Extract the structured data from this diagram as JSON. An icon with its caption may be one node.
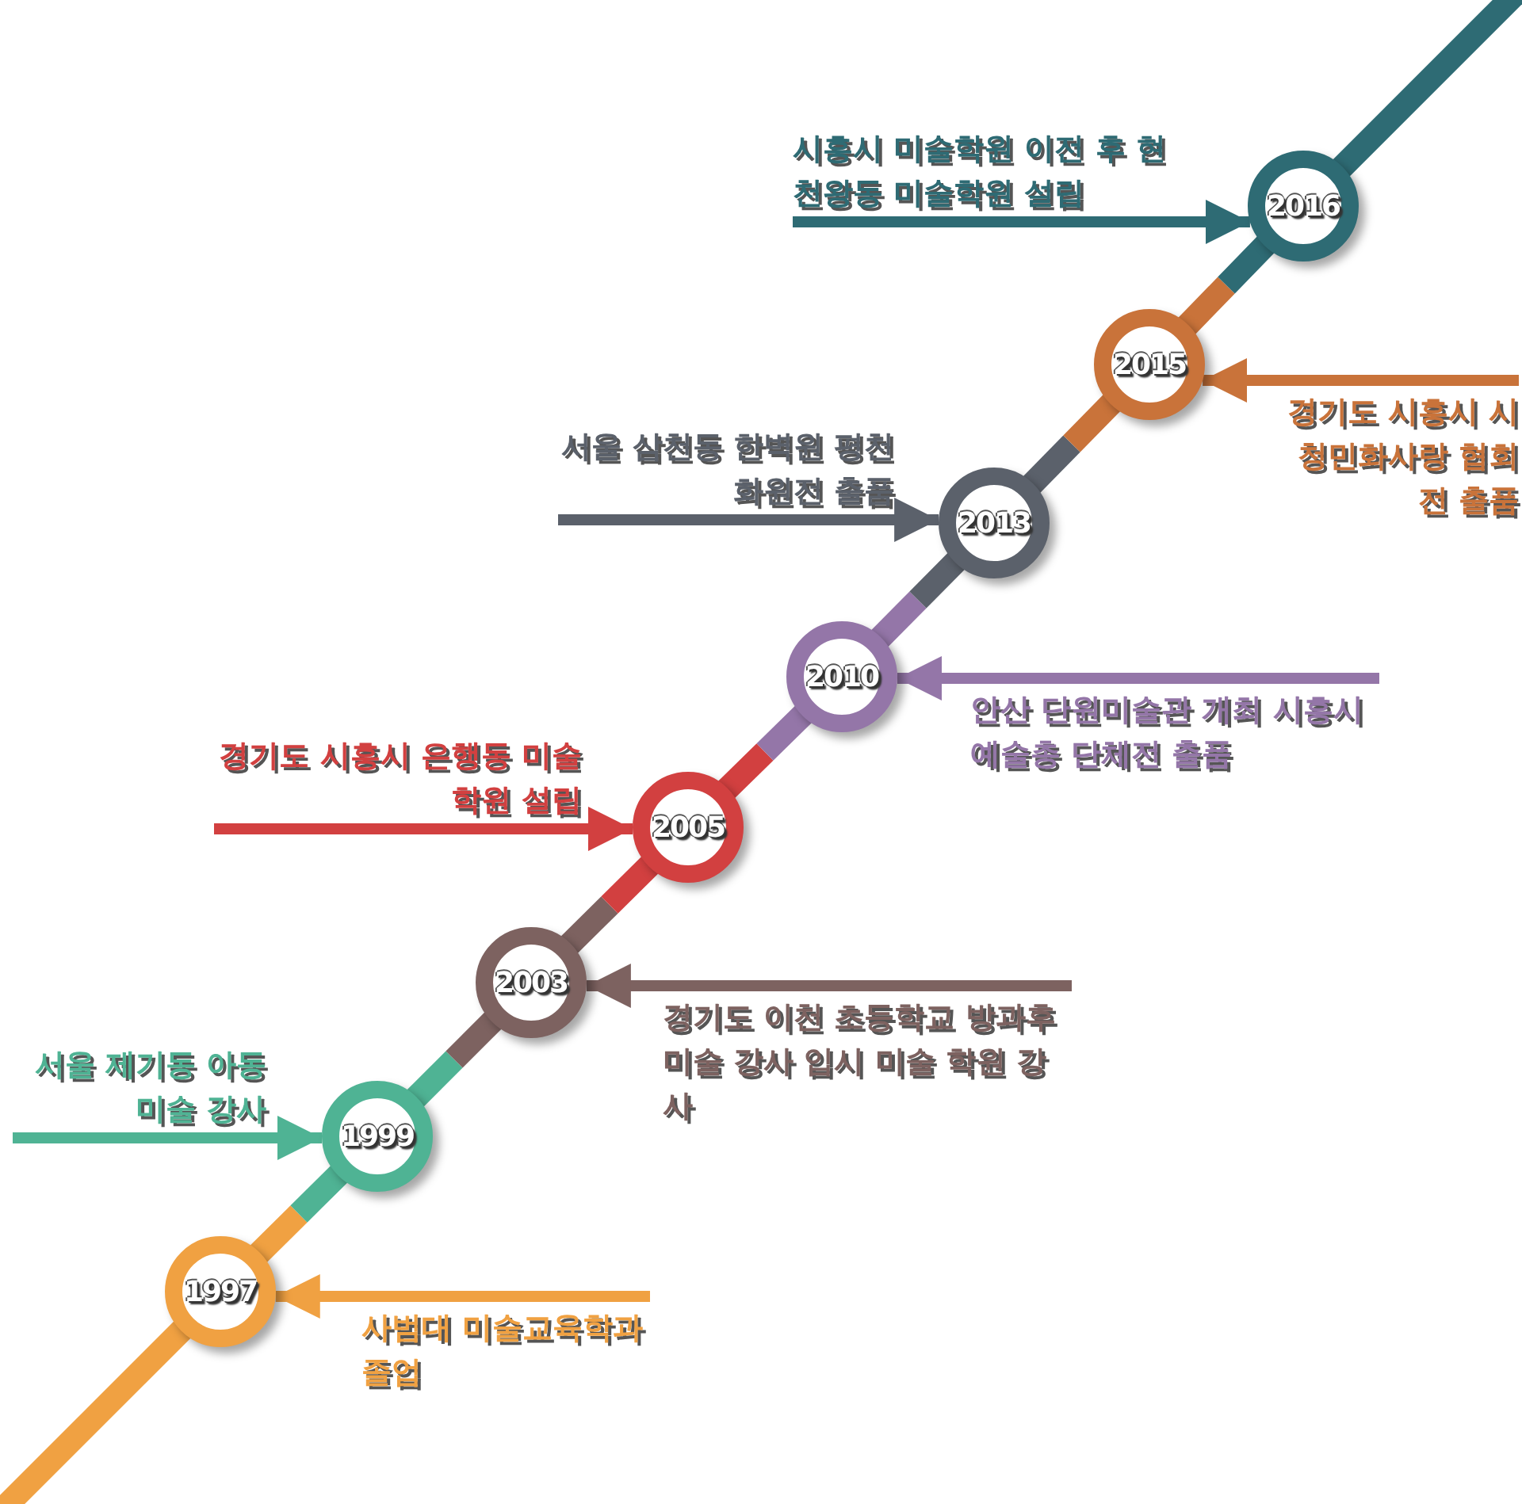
{
  "diagram": {
    "nodes": [
      {
        "text": [
          "시흥시 미술학원 이전 후 현 천왕동 미술학원 설립"
        ]
      },
      {
        "text": [
          "2016"
        ]
      },
      {
        "text": [
          "2015"
        ]
      },
      {
        "text": [
          "경기도 시흥시 시청민화사랑 협회전 출품"
        ]
      },
      {
        "text": [
          "서울 삼천동 한벽원 평천 화원전 출품"
        ]
      },
      {
        "text": [
          "2013"
        ]
      },
      {
        "text": [
          "2010"
        ]
      },
      {
        "text": [
          "안산 단원미술관 개최 시흥시 예술총 단체전 출품"
        ]
      },
      {
        "text": [
          "경기도 시흥시 은행동 미술학원 설립"
        ]
      },
      {
        "text": [
          "2005"
        ]
      },
      {
        "text": [
          "2003"
        ]
      },
      {
        "text": [
          "경기도 이천 초등학교 방과후 미술 강사 입시 미술 학원 강사"
        ]
      },
      {
        "text": [
          "서울 제기동 아동미술 강사"
        ]
      },
      {
        "text": [
          "1999"
        ]
      },
      {
        "text": [
          "1997"
        ]
      },
      {
        "text": [
          "사범대 미술교육학과 졸업"
        ]
      }
    ],
    "edges": [
      {
        "from": 0,
        "to": 1,
        "arrow": "to",
        "color": "#2e6b74"
      },
      {
        "from": 3,
        "to": 2,
        "arrow": "to",
        "color": "#c9733a"
      },
      {
        "from": 4,
        "to": 5,
        "arrow": "to",
        "color": "#5b616b"
      },
      {
        "from": 7,
        "to": 6,
        "arrow": "to",
        "color": "#9476a8"
      },
      {
        "from": 8,
        "to": 9,
        "arrow": "to",
        "color": "#d24040"
      },
      {
        "from": 11,
        "to": 10,
        "arrow": "to",
        "color": "#7d6260"
      },
      {
        "from": 12,
        "to": 13,
        "arrow": "to",
        "color": "#4fb394"
      },
      {
        "from": 15,
        "to": 14,
        "arrow": "to",
        "color": "#f0a142"
      }
    ]
  }
}
